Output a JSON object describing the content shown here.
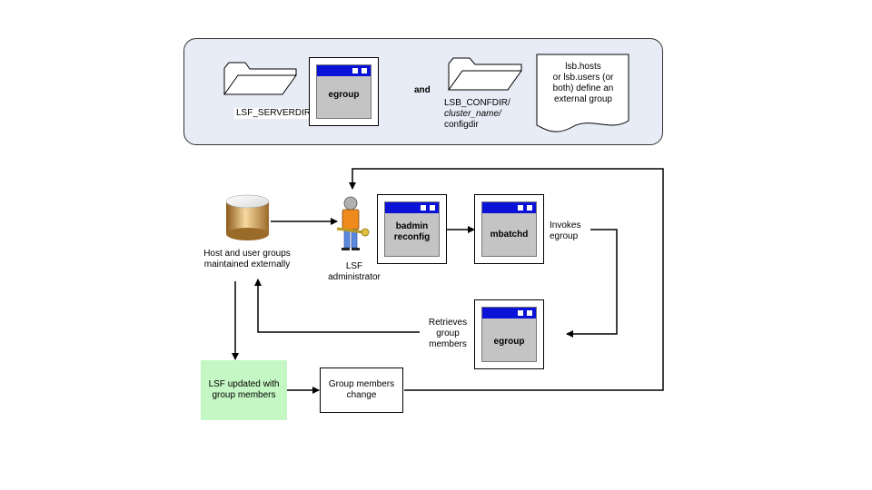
{
  "top": {
    "folder1_label": "LSF_SERVERDIR",
    "egroup_label": "egroup",
    "and_label": "and",
    "confdir_line1": "LSB_CONFDIR/",
    "confdir_line2": "cluster_name/",
    "confdir_line3": "configdir",
    "doc_line1": "lsb.hosts",
    "doc_line2": "or lsb.users (or",
    "doc_line3": "both) define an",
    "doc_line4": "external group"
  },
  "flow": {
    "db_line1": "Host and user groups",
    "db_line2": "maintained externally",
    "admin_line1": "LSF",
    "admin_line2": "administrator",
    "badmin_line1": "badmin",
    "badmin_line2": "reconfig",
    "mbatchd_label": "mbatchd",
    "invokes_line1": "Invokes",
    "invokes_line2": "egroup",
    "egroup_label": "egroup",
    "retrieves_line1": "Retrieves",
    "retrieves_line2": "group",
    "retrieves_line3": "members",
    "updated_line1": "LSF updated with",
    "updated_line2": "group members",
    "change_line1": "Group members",
    "change_line2": "change"
  }
}
